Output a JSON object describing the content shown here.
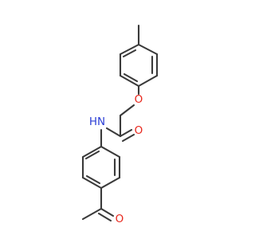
{
  "molecule": {
    "atoms": {
      "ether_oxygen": {
        "symbol": "O",
        "color": "#e8261c"
      },
      "amide_oxygen": {
        "symbol": "O",
        "color": "#e8261c"
      },
      "ketone_oxygen": {
        "symbol": "O",
        "color": "#e8261c"
      },
      "amide_nitrogen": {
        "symbol": "N",
        "color": "#2c3fd6"
      },
      "amide_hydrogen": {
        "symbol": "H",
        "color": "#2c3fd6"
      }
    },
    "bond_color": "#3a3a3a"
  }
}
